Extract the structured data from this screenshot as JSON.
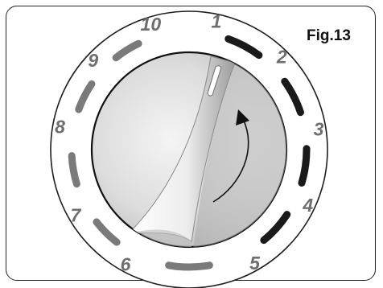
{
  "figure": {
    "label": "Fig.13"
  },
  "dial": {
    "numbers": [
      {
        "text": "1",
        "angle": 12
      },
      {
        "text": "2",
        "angle": 45
      },
      {
        "text": "3",
        "angle": 81
      },
      {
        "text": "4",
        "angle": 115
      },
      {
        "text": "5",
        "angle": 150
      },
      {
        "text": "6",
        "angle": 209
      },
      {
        "text": "7",
        "angle": 240
      },
      {
        "text": "8",
        "angle": 280
      },
      {
        "text": "9",
        "angle": 313
      },
      {
        "text": "10",
        "angle": 343
      }
    ],
    "marks": [
      {
        "angle": 28,
        "span": 17,
        "color": "#1a1a1a"
      },
      {
        "angle": 63,
        "span": 17,
        "color": "#1a1a1a"
      },
      {
        "angle": 98,
        "span": 17,
        "color": "#1a1a1a"
      },
      {
        "angle": 132,
        "span": 17,
        "color": "#1a1a1a"
      },
      {
        "angle": 180,
        "span": 20,
        "color": "#7a7a7a"
      },
      {
        "angle": 225,
        "span": 14,
        "color": "#7a7a7a"
      },
      {
        "angle": 260,
        "span": 14,
        "color": "#7a7a7a"
      },
      {
        "angle": 297,
        "span": 14,
        "color": "#7a7a7a"
      },
      {
        "angle": 328,
        "span": 13,
        "color": "#7a7a7a"
      }
    ]
  }
}
